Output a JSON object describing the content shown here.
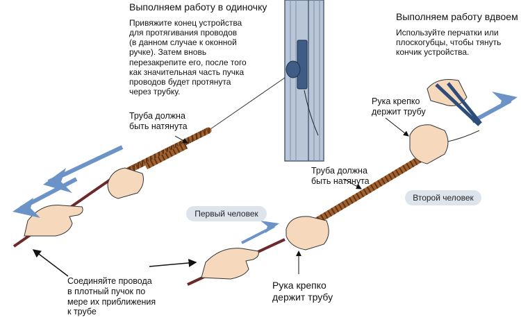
{
  "headers": {
    "solo": "Выполняем работу в одиночку",
    "pair": "Выполняем работу вдвоем"
  },
  "notes": {
    "solo_instructions": "Привяжите конец устройства\nдля протягивания проводов\n(в данном случае к оконной\nручке). Затем вновь\nперезакрепите его, после того\nкак значительная часть пучка\nпроводов будет протянута\nчерез трубку.",
    "pair_instructions": "Используйте перчатки или\nплоскогубцы, чтобы тянуть\nкончик устройства.",
    "tube_taut_left": "Труба должна\nбыть натянута",
    "tube_taut_right": "Труба должна\nбыть натянута",
    "hand_holds_top": "Рука крепко\nдержит трубу",
    "hand_holds_bottom": "Рука крепко\nдержит трубу",
    "join_wires": "Соединяйте провода\nв плотный пучок по\nмере их приближения\nк трубе"
  },
  "badges": {
    "first_person": "Первый человек",
    "second_person": "Второй человек"
  },
  "colors": {
    "tube": "#9a5a2a",
    "tube_dark": "#5e3417",
    "wire": "#6b2a2a",
    "arrow_blue": "#6b93c7",
    "skin": "#f6d9bd",
    "window": "#b9c6d8",
    "badge_bg": "#dde4ec"
  }
}
